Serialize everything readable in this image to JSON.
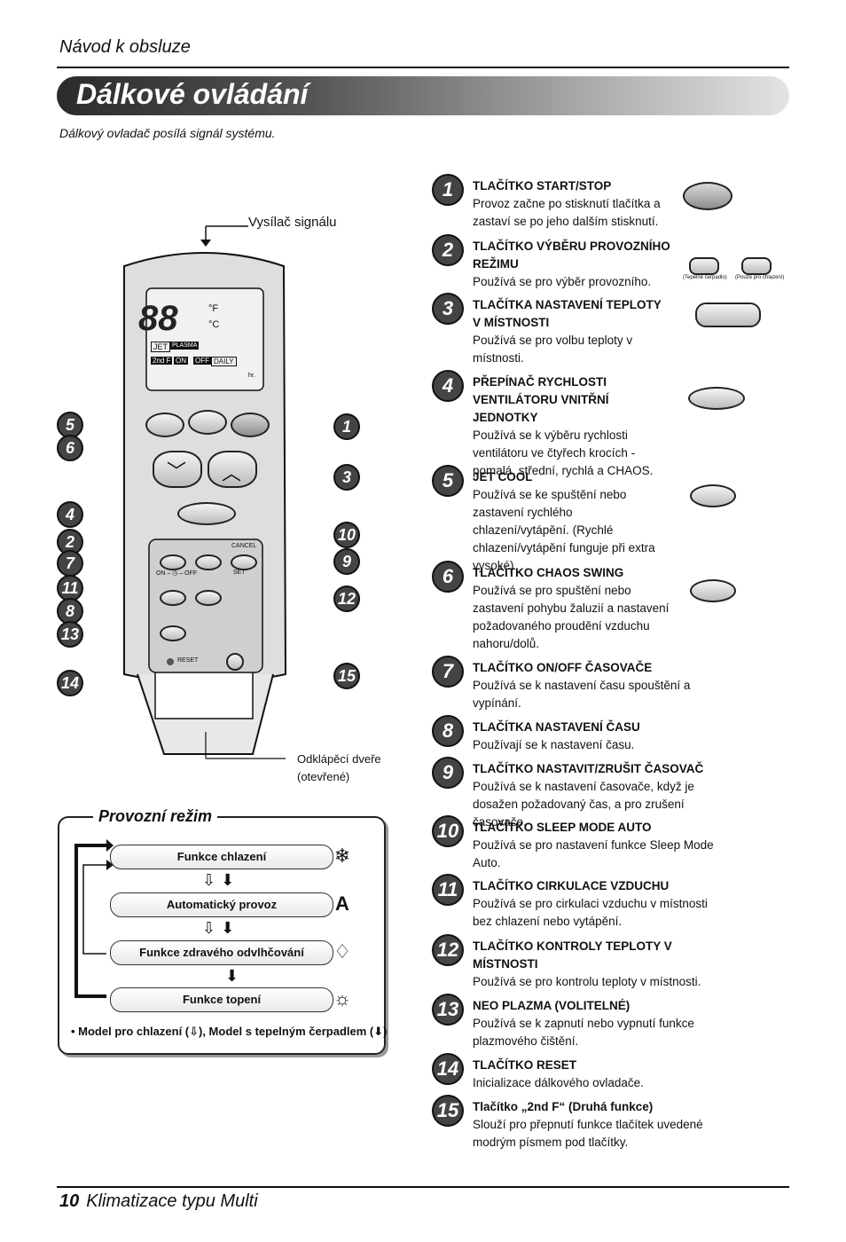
{
  "header": {
    "title": "Návod k obsluze"
  },
  "banner": {
    "title": "Dálkové ovládání"
  },
  "intro": "Dálkový ovladač posílá signál systému.",
  "remote": {
    "signal_label": "Vysílač signálu",
    "door_label_1": "Odklápěcí dveře",
    "door_label_2": "(otevřené)",
    "display": {
      "temp": "88",
      "unit_f": "°F",
      "unit_c": "°C",
      "jet": "JET",
      "plasma": "PLASMA",
      "second_f": "2nd F",
      "on": "ON",
      "off": "OFF",
      "daily": "DAILY",
      "hr": "hr.",
      "cancel": "CANCEL",
      "set": "SET",
      "reset": "RESET",
      "on_off": "ON – ◷ – OFF"
    },
    "callouts_left": [
      "5",
      "6",
      "4",
      "2",
      "7",
      "11",
      "8",
      "13",
      "14"
    ],
    "callouts_right": [
      "1",
      "3",
      "10",
      "9",
      "12",
      "15"
    ]
  },
  "modes": {
    "title": "Provozní režim",
    "items": [
      {
        "label": "Funkce chlazení",
        "icon": "snowflake-icon",
        "glyph": "❄"
      },
      {
        "label": "Automatický provoz",
        "icon": "auto-icon",
        "glyph": "A"
      },
      {
        "label": "Funkce zdravého odvlhčování",
        "icon": "droplet-icon",
        "glyph": "♢"
      },
      {
        "label": "Funkce topení",
        "icon": "sun-icon",
        "glyph": "☼"
      }
    ],
    "footnote": "• Model pro chlazení (⇩), Model s tepelným čerpadlem (⬇)"
  },
  "items": [
    {
      "n": "1",
      "title": "TLAČÍTKO START/STOP",
      "text": "Provoz začne po stisknutí tlačítka a zastaví se po jeho dalším stisknutí."
    },
    {
      "n": "2",
      "title": "TLAČÍTKO VÝBĚRU PROVOZNÍHO REŽIMU",
      "text": "Používá se pro výběr provozního."
    },
    {
      "n": "3",
      "title": "TLAČÍTKA NASTAVENÍ TEPLOTY V MÍSTNOSTI",
      "text": "Používá se pro volbu teploty v místnosti."
    },
    {
      "n": "4",
      "title": "PŘEPÍNAČ RYCHLOSTI VENTILÁTORU VNITŘNÍ JEDNOTKY",
      "text": "Používá se k výběru rychlosti ventilátoru ve čtyřech krocích - pomalá, střední, rychlá a CHAOS."
    },
    {
      "n": "5",
      "title": "JET COOL",
      "text": "Používá se ke spuštění nebo zastavení rychlého chlazení/vytápění. (Rychlé chlazení/vytápění funguje při extra vysoké)"
    },
    {
      "n": "6",
      "title": "TLAČÍTKO CHAOS SWING",
      "text": "Používá se pro spuštění nebo zastavení pohybu žaluzií a nastavení požadovaného proudění vzduchu nahoru/dolů."
    },
    {
      "n": "7",
      "title": "TLAČÍTKO ON/OFF ČASOVAČE",
      "text": "Používá se k nastavení času spouštění a vypínání."
    },
    {
      "n": "8",
      "title": "TLAČÍTKA NASTAVENÍ ČASU",
      "text": "Používají se k nastavení času."
    },
    {
      "n": "9",
      "title": "TLAČÍTKO NASTAVIT/ZRUŠIT ČASOVAČ",
      "text": "Používá se k nastavení časovače, když je dosažen požadovaný čas, a pro zrušení časovače."
    },
    {
      "n": "10",
      "title": "TLAČÍTKO SLEEP MODE AUTO",
      "text": "Používá se pro nastavení funkce Sleep Mode Auto."
    },
    {
      "n": "11",
      "title": "TLAČÍTKO CIRKULACE VZDUCHU",
      "text": "Používá se pro cirkulaci vzduchu v místnosti bez chlazení nebo vytápění."
    },
    {
      "n": "12",
      "title": "TLAČÍTKO KONTROLY TEPLOTY V MÍSTNOSTI",
      "text": "Používá se pro kontrolu teploty v místnosti."
    },
    {
      "n": "13",
      "title": "NEO PLAZMA (VOLITELNÉ)",
      "text": "Používá se k zapnutí nebo vypnutí funkce plazmového čištění."
    },
    {
      "n": "14",
      "title": "TLAČÍTKO RESET",
      "text": "Inicializace dálkového ovladače."
    },
    {
      "n": "15",
      "title": "Tlačítko „2nd F“ (Druhá funkce)",
      "text": "Slouží pro přepnutí funkce tlačítek uvedené modrým písmem pod tlačítky."
    }
  ],
  "icon_labels": {
    "heat_pump": "(Tepelné čerpadlo)",
    "cool_only": "(Pouze pro chlazení)"
  },
  "footer": {
    "page": "10",
    "title": "Klimatizace typu Multi"
  }
}
